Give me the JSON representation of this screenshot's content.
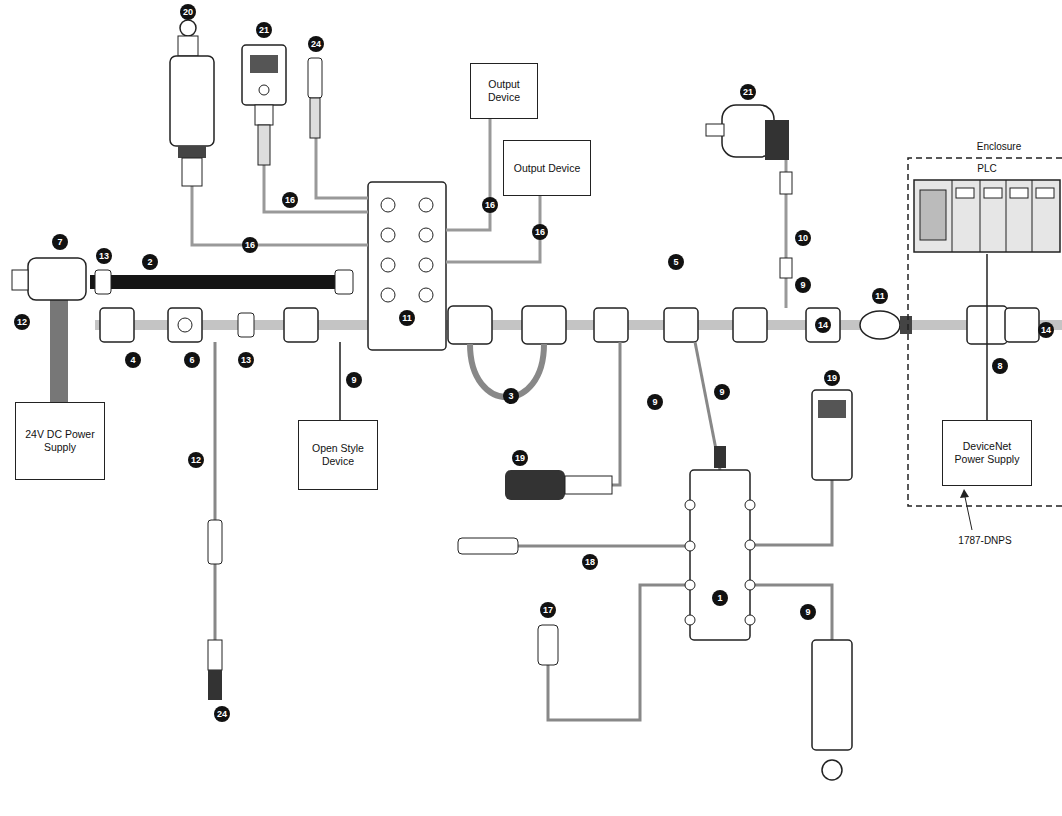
{
  "diagram": {
    "nodes": [
      {
        "text": [
          "Output Device"
        ]
      },
      {
        "text": [
          "Output Device"
        ]
      },
      {
        "text": [
          "Enclosure"
        ]
      },
      {
        "text": [
          "PLC"
        ],
        "in": 2
      },
      {
        "text": [
          "24V DC Power Supply"
        ]
      },
      {
        "text": [
          "Open Style Device"
        ]
      },
      {
        "text": [
          "DeviceNet Power Supply"
        ],
        "in": 2
      }
    ],
    "edges": [
      {
        "from": 6,
        "to": 3,
        "arrow": "none"
      }
    ],
    "labels": [
      "20",
      "21",
      "24",
      "21",
      "7",
      "13",
      "2",
      "16",
      "16",
      "16",
      "16",
      "5",
      "10",
      "9",
      "11",
      "12",
      "9",
      "11",
      "4",
      "6",
      "13",
      "3",
      "14",
      "14",
      "8",
      "9",
      "9",
      "19",
      "12",
      "1787-DNPS",
      "19",
      "18",
      "1",
      "9",
      "17",
      "24"
    ]
  }
}
